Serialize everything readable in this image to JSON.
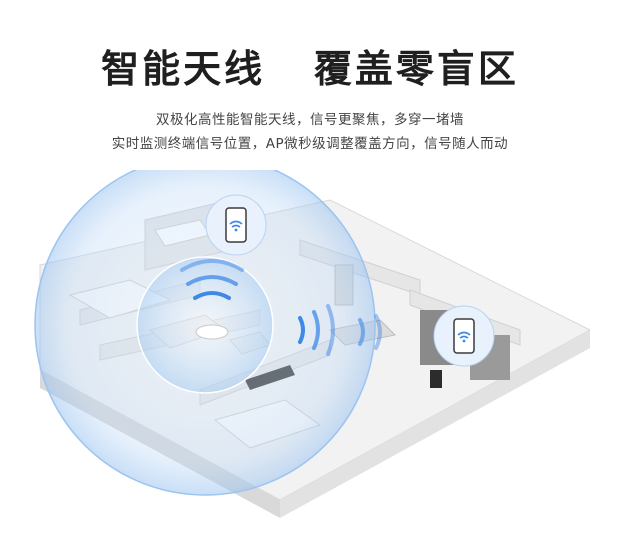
{
  "headline": {
    "title": "智能天线   覆盖零盲区",
    "line1": "双极化高性能智能天线，信号更聚焦，多穿一堵墙",
    "line2": "实时监测终端信号位置，AP微秒级调整覆盖方向，信号随人而动"
  },
  "colors": {
    "signal": "#3e88e8",
    "coverage": "#bcd8f6",
    "floor": "#f1f1f1",
    "wall": "#e4e4e4"
  },
  "icons": [
    "phone-wifi-icon",
    "ap-wifi-icon"
  ]
}
